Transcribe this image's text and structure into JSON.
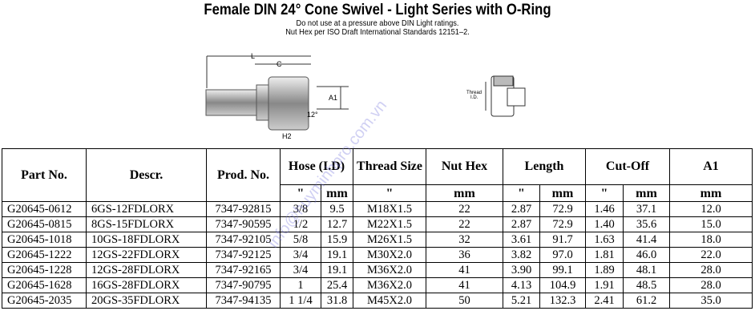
{
  "title": "Female DIN 24° Cone Swivel - Light Series with O-Ring",
  "notes": [
    "Do not use at a pressure above DIN Light ratings.",
    "Nut Hex per ISO Draft International Standards 12151–2."
  ],
  "drawing": {
    "L": "L",
    "C": "C",
    "A1": "A1",
    "angle": "12°",
    "H2": "H2",
    "thread": "Thread",
    "id": "I.D."
  },
  "headers": {
    "part": "Part No.",
    "descr": "Descr.",
    "prod": "Prod. No.",
    "hose": "Hose (I.D)",
    "thread": "Thread Size",
    "nut": "Nut Hex",
    "length": "Length",
    "cutoff": "Cut-Off",
    "a1": "A1",
    "inch": "\"",
    "mm": "mm"
  },
  "rows": [
    [
      "G20645-0612",
      "6GS-12FDLORX",
      "7347-92815",
      "3/8",
      "9.5",
      "M18X1.5",
      "22",
      "2.87",
      "72.9",
      "1.46",
      "37.1",
      "12.0"
    ],
    [
      "G20645-0815",
      "8GS-15FDLORX",
      "7347-90595",
      "1/2",
      "12.7",
      "M22X1.5",
      "22",
      "2.87",
      "72.9",
      "1.40",
      "35.6",
      "15.0"
    ],
    [
      "G20645-1018",
      "10GS-18FDLORX",
      "7347-92105",
      "5/8",
      "15.9",
      "M26X1.5",
      "32",
      "3.61",
      "91.7",
      "1.63",
      "41.4",
      "18.0"
    ],
    [
      "G20645-1222",
      "12GS-22FDLORX",
      "7347-92125",
      "3/4",
      "19.1",
      "M30X2.0",
      "36",
      "3.82",
      "97.0",
      "1.81",
      "46.0",
      "22.0"
    ],
    [
      "G20645-1228",
      "12GS-28FDLORX",
      "7347-92165",
      "3/4",
      "19.1",
      "M36X2.0",
      "41",
      "3.90",
      "99.1",
      "1.89",
      "48.1",
      "28.0"
    ],
    [
      "G20645-1628",
      "16GS-28FDLORX",
      "7347-90795",
      "1",
      "25.4",
      "M36X2.0",
      "41",
      "4.13",
      "104.9",
      "1.91",
      "48.5",
      "28.0"
    ],
    [
      "G20645-2035",
      "20GS-35FDLORX",
      "7347-94135",
      "1 1/4",
      "31.8",
      "M45X2.0",
      "50",
      "5.21",
      "132.3",
      "2.41",
      "61.2",
      "35.0"
    ]
  ],
  "watermark": "info@huyminhpro.com.vn"
}
